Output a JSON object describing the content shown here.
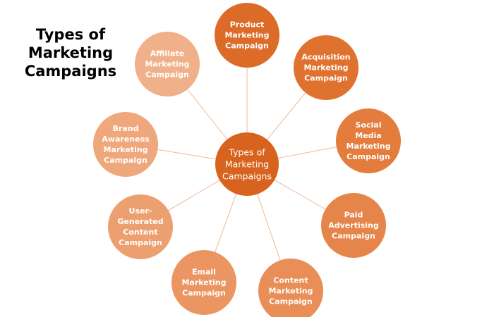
{
  "title": "Types of\nMarketing\nCampaigns",
  "colors": {
    "center_fill": "#d8631e",
    "center_text": "#ffffff",
    "node_text": "#ffffff",
    "connector": "#f0b898"
  },
  "center": {
    "label": [
      "Types of",
      "Marketing",
      "Campaigns"
    ]
  },
  "nodes": [
    {
      "id": "product",
      "label": [
        "Product",
        "Marketing",
        "Campaign"
      ],
      "fill": "#dd6b28"
    },
    {
      "id": "acquisition",
      "label": [
        "Acquisition",
        "Marketing",
        "Campaign"
      ],
      "fill": "#e07230"
    },
    {
      "id": "social-media",
      "label": [
        "Social",
        "Media",
        "Marketing",
        "Campaign"
      ],
      "fill": "#e37c3c"
    },
    {
      "id": "paid-advertising",
      "label": [
        "Paid",
        "Advertising",
        "Campaign"
      ],
      "fill": "#e6854a"
    },
    {
      "id": "content",
      "label": [
        "Content",
        "Marketing",
        "Campaign"
      ],
      "fill": "#e98e57"
    },
    {
      "id": "email",
      "label": [
        "Email",
        "Marketing",
        "Campaign"
      ],
      "fill": "#eb9662"
    },
    {
      "id": "user-generated",
      "label": [
        "User-",
        "Generated",
        "Content",
        "Campaign"
      ],
      "fill": "#eda06f"
    },
    {
      "id": "brand-awareness",
      "label": [
        "Brand",
        "Awareness",
        "Marketing",
        "Campaign"
      ],
      "fill": "#efa77c"
    },
    {
      "id": "affiliate",
      "label": [
        "Affiliate",
        "Marketing",
        "Campaign"
      ],
      "fill": "#f0b18a"
    }
  ]
}
